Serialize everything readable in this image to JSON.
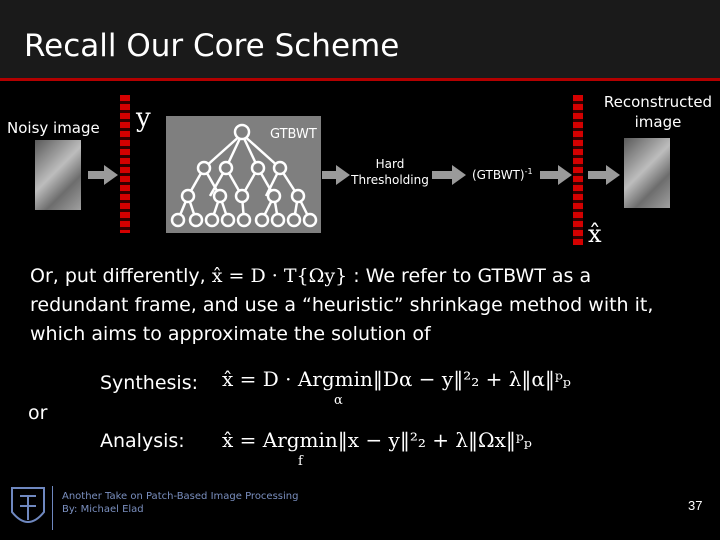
{
  "slide": {
    "title": "Recall Our Core Scheme",
    "diagram": {
      "noisy_label": "Noisy image",
      "y_label": "y",
      "gtbwt_label": "GTBWT",
      "hard_thresh_label": "Hard\nThresholding",
      "inverse_label": "(GTBWT)",
      "inverse_sup": "-1",
      "recon_label": "Reconstructed\nimage",
      "xhat_label": "x̂"
    },
    "text": {
      "line1_prefix": "Or, put differently,",
      "line1_eq": "x̂ = D · T{Ωy}",
      "line1_suffix": ": We refer to GTBWT as a",
      "line2": "redundant frame, and use a “heuristic” shrinkage method with it,",
      "line3": "which aims to approximate the solution of",
      "synthesis_label": "Synthesis:",
      "synthesis_eq": "x̂ = D · Argmin‖Dα − y‖²₂ + λ‖α‖ᵖₚ",
      "synthesis_sub": "α",
      "or_label": "or",
      "analysis_label": "Analysis:",
      "analysis_eq": "x̂ = Argmin‖x − y‖²₂ + λ‖Ωx‖ᵖₚ",
      "analysis_sub": "f"
    },
    "footer": {
      "line1": "Another Take on Patch-Based Image Processing",
      "line2": "By: Michael Elad",
      "page": "37"
    },
    "colors": {
      "accent_red": "#d40000",
      "footer_blue": "#7a8fbf"
    }
  }
}
